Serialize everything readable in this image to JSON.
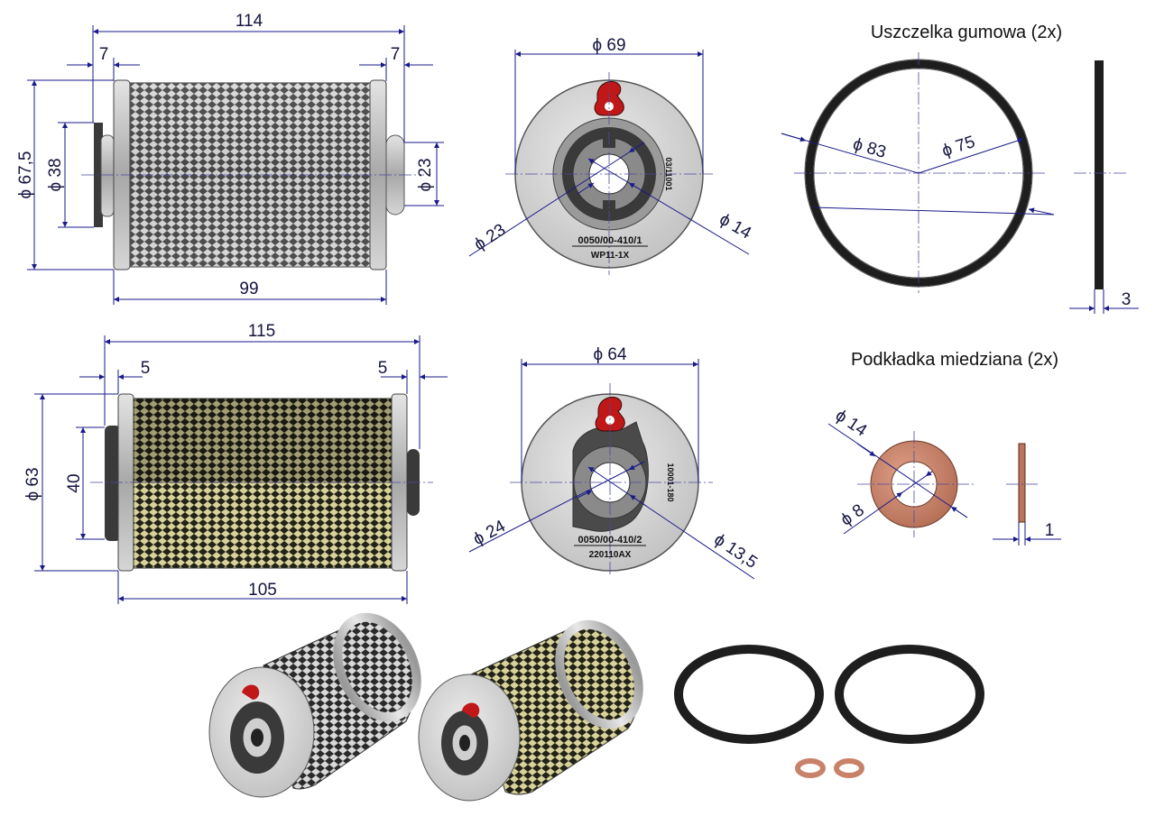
{
  "filter1": {
    "length_total": "114",
    "flange_left": "7",
    "flange_right": "7",
    "diameter_outer": "67,5",
    "diameter_boss": "38",
    "diameter_right_boss": "23",
    "length_body": "99"
  },
  "endcap1": {
    "diameter": "69",
    "inner_diameter": "23",
    "hole_diameter": "14",
    "part_number": "0050/00-410/1",
    "code": "WP11-1X",
    "stamp": "03/11001"
  },
  "gasket": {
    "title": "Uszczelka gumowa (2x)",
    "outer_diameter": "83",
    "inner_diameter": "75",
    "thickness": "3"
  },
  "filter2": {
    "length_total": "115",
    "flange_left": "5",
    "flange_right": "5",
    "diameter_outer": "63",
    "boss_height": "40",
    "length_body": "105"
  },
  "endcap2": {
    "diameter": "64",
    "inner_diameter": "24",
    "hole_diameter": "13,5",
    "part_number": "0050/00-410/2",
    "code": "220110AX",
    "stamp": "10001-180"
  },
  "washer": {
    "title": "Podkładka miedziana (2x)",
    "outer_diameter": "14",
    "inner_diameter": "8",
    "thickness": "1"
  },
  "symbols": {
    "diameter": "ϕ"
  },
  "colors": {
    "dimension": "#1a1a8a",
    "copper": "#c8826a",
    "rubber": "#202020",
    "steel": "#b8b8b8",
    "logo": "#c01818"
  }
}
